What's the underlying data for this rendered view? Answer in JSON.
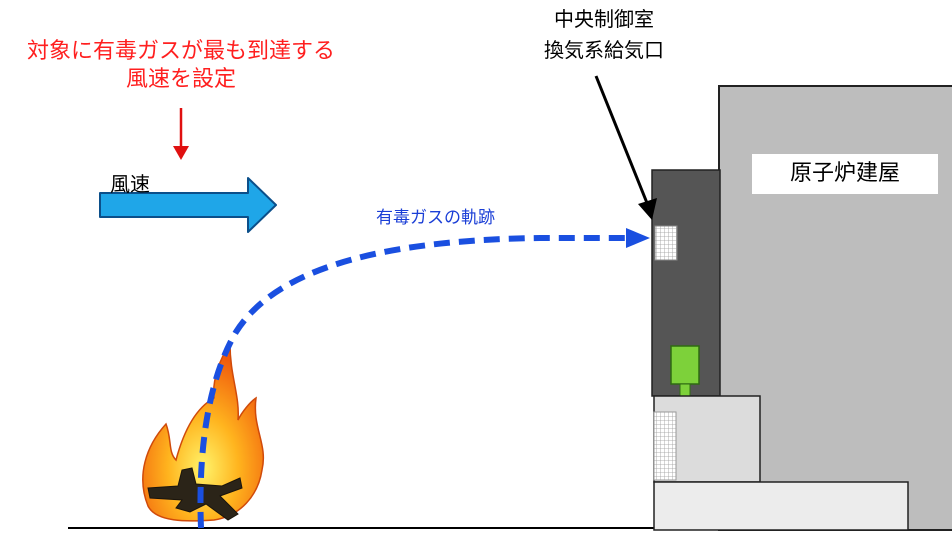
{
  "labels": {
    "wind_setting_note_line1": "対象に有毒ガスが最も到達する",
    "wind_setting_note_line2": "風速を設定",
    "wind_speed": "風速",
    "toxic_gas_trajectory": "有毒ガスの軌跡",
    "control_room_intake_line1": "中央制御室",
    "control_room_intake_line2": "換気系給気口",
    "reactor_building": "原子炉建屋"
  },
  "colors": {
    "note_text": "#ff1f1f",
    "wind_arrow": "#1fa6e8",
    "gas_trajectory": "#1a4fe0",
    "reactor_building": "#bdbdbd",
    "control_room_wall": "#555555",
    "auxiliary_block": "#dcdcdc",
    "green_device": "#7dd13a"
  },
  "icons": {
    "fire": "flame-icon",
    "crashed_aircraft": "aircraft-icon",
    "air_intake": "intake-vent-icon"
  }
}
